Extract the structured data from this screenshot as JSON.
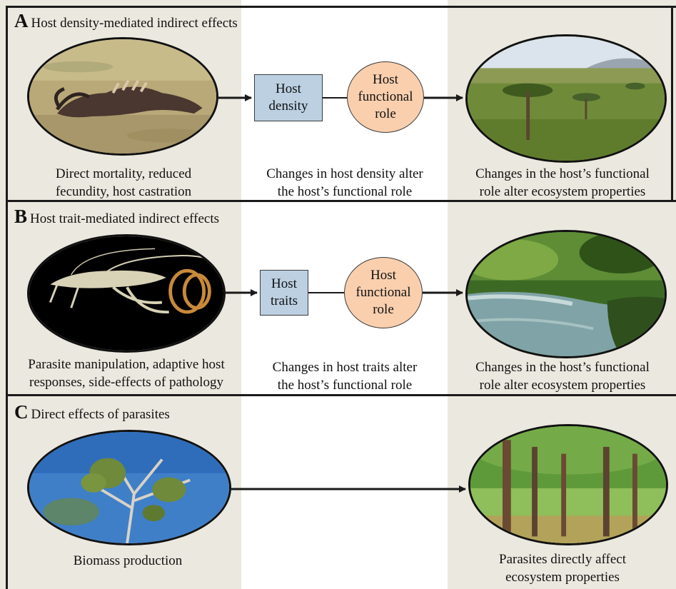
{
  "panels": {
    "a": {
      "letter": "A",
      "title": "Host density-mediated indirect effects",
      "left_caption": "Direct mortality, reduced\nfecundity, host castration",
      "mid_caption": "Changes in host density alter\nthe host’s functional role",
      "right_caption": "Changes in the host’s functional\nrole alter ecosystem properties",
      "node_box": "Host\ndensity",
      "node_ellipse": "Host\nfunctional\nrole"
    },
    "b": {
      "letter": "B",
      "title": "Host trait-mediated indirect effects",
      "left_caption": "Parasite manipulation, adaptive host\nresponses, side-effects of pathology",
      "mid_caption": "Changes in host traits alter\nthe host’s functional role",
      "right_caption": "Changes in the host’s functional\nrole alter ecosystem properties",
      "node_box": "Host\ntraits",
      "node_ellipse": "Host\nfunctional\nrole"
    },
    "c": {
      "letter": "C",
      "title": "Direct effects of parasites",
      "left_caption": "Biomass production",
      "right_caption": "Parasites directly affect\necosystem properties"
    }
  },
  "colors": {
    "side_background": "#ebe8df",
    "box_fill": "#bcd0e2",
    "ellipse_fill": "#f9cfae",
    "line": "#1a1a1a"
  }
}
